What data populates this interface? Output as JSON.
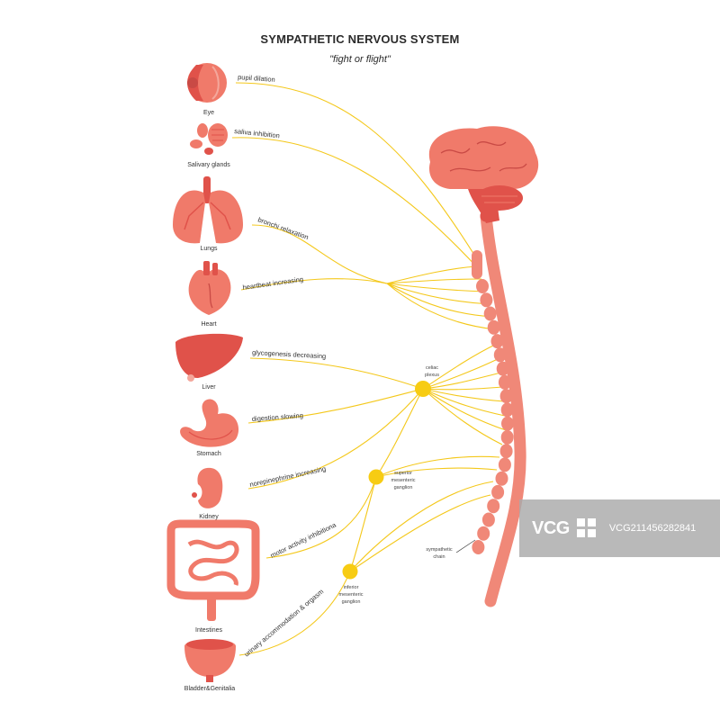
{
  "header": {
    "title": "SYMPATHETIC NERVOUS SYSTEM",
    "subtitle": "\"fight or flight\""
  },
  "colors": {
    "organ": "#f07a6a",
    "organ_dark": "#e0524a",
    "organ_light": "#f4a79b",
    "nerve": "#f4c81b",
    "ganglion": "#f7cc13",
    "spine": "#f08878"
  },
  "organs": [
    {
      "label": "Eye",
      "effect": "pupil dilation",
      "icon": "eye-icon"
    },
    {
      "label": "Salivary glands",
      "effect": "saliva inhibition",
      "icon": "salivary-glands-icon"
    },
    {
      "label": "Lungs",
      "effect": "bronchi relaxation",
      "icon": "lungs-icon"
    },
    {
      "label": "Heart",
      "effect": "heartbeat increasing",
      "icon": "heart-icon"
    },
    {
      "label": "Liver",
      "effect": "glycogenesis decreasing",
      "icon": "liver-icon"
    },
    {
      "label": "Stomach",
      "effect": "digestion slowing",
      "icon": "stomach-icon"
    },
    {
      "label": "Kidney",
      "effect": "norepinephrine increasing",
      "icon": "kidney-icon"
    },
    {
      "label": "Intestines",
      "effect": "motor activity inhibitiona",
      "icon": "intestines-icon"
    },
    {
      "label": "Bladder&Genitalia",
      "effect": "urinary accommodation & orgasm",
      "icon": "bladder-icon"
    }
  ],
  "ganglia": [
    {
      "label_1": "celiac",
      "label_2": "plexus"
    },
    {
      "label_1": "superior",
      "label_2": "mesenteric",
      "label_3": "ganglion"
    },
    {
      "label_1": "inferior",
      "label_2": "mesenteric",
      "label_3": "ganglion"
    }
  ],
  "chain": {
    "label_1": "sympathetic",
    "label_2": "chain"
  },
  "watermark": {
    "logo": "VCG",
    "id": "VCG211456282841"
  }
}
